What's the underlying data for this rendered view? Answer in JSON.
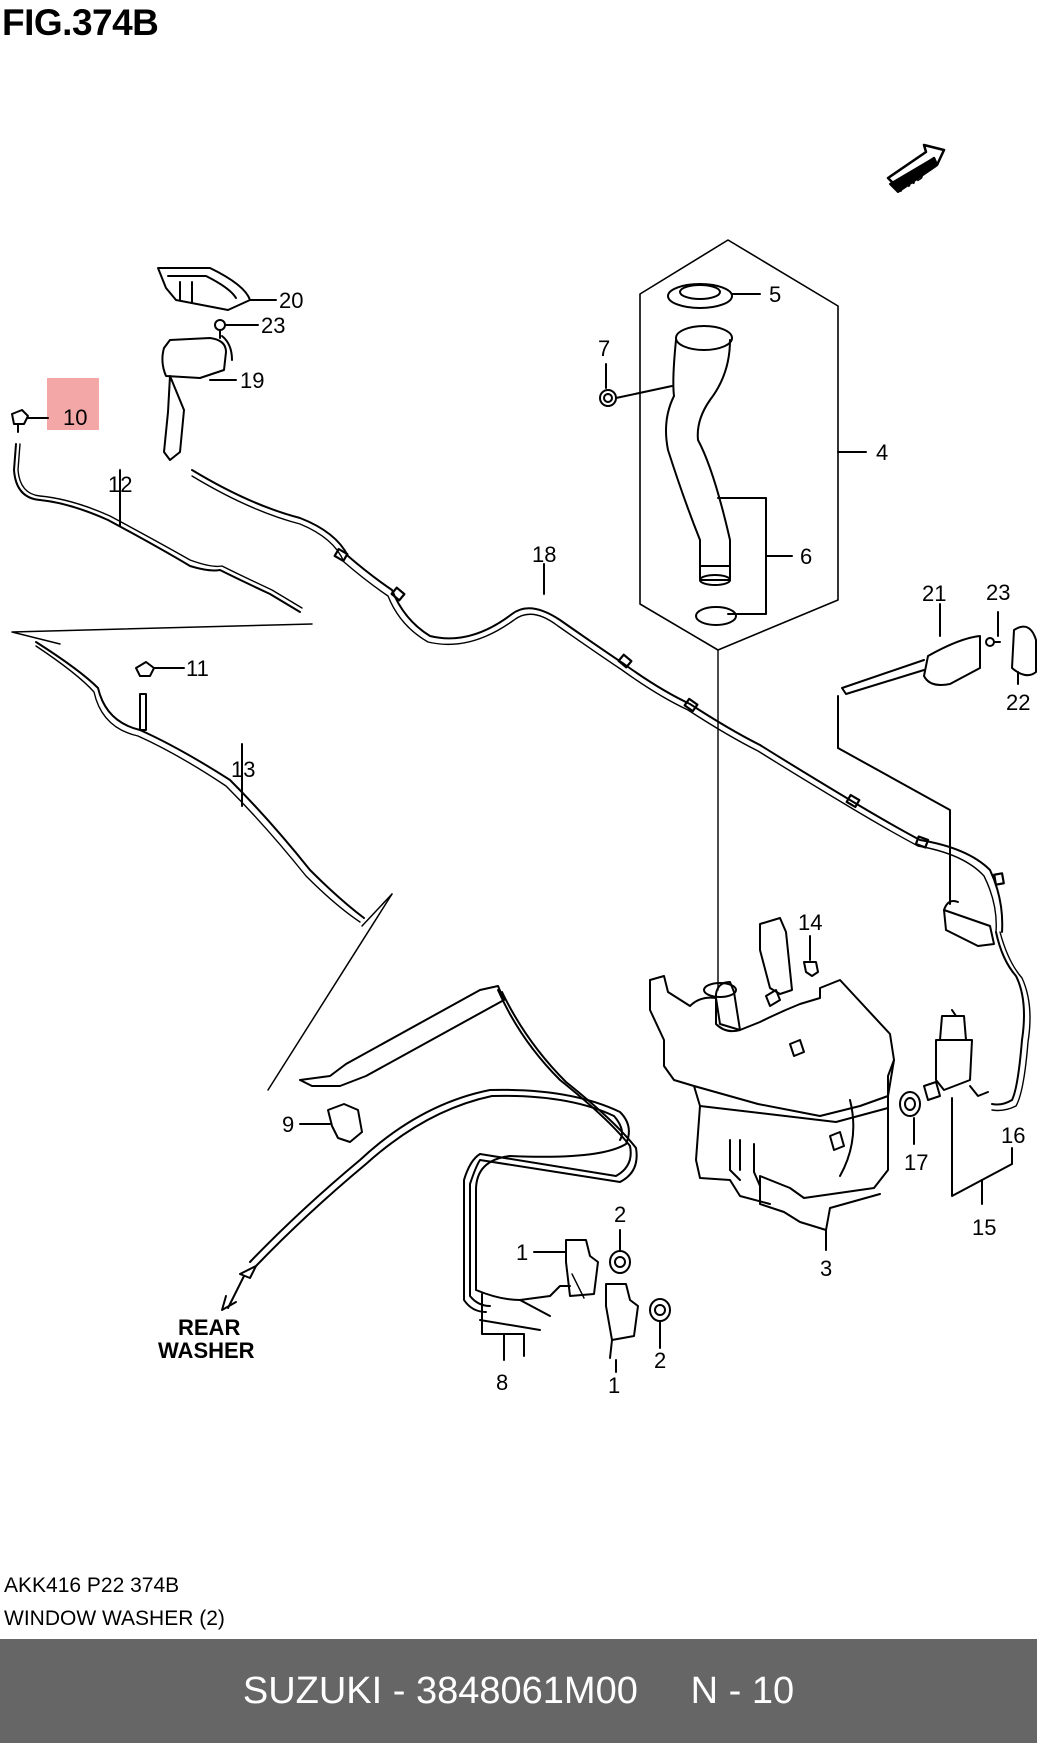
{
  "figure": {
    "title": "FIG.374B"
  },
  "callouts": {
    "c1": "1",
    "c1b": "1",
    "c2": "2",
    "c2b": "2",
    "c3": "3",
    "c4": "4",
    "c5": "5",
    "c6": "6",
    "c7": "7",
    "c8": "8",
    "c9": "9",
    "c10": "10",
    "c11": "11",
    "c12": "12",
    "c13": "13",
    "c14": "14",
    "c15": "15",
    "c16": "16",
    "c17": "17",
    "c18": "18",
    "c19": "19",
    "c20": "20",
    "c21": "21",
    "c22": "22",
    "c23": "23",
    "c23b": "23"
  },
  "highlighted_part": "10",
  "labels": {
    "rear_washer_1": "REAR",
    "rear_washer_2": "WASHER",
    "fwd": "FWD"
  },
  "caption": {
    "code": "AKK416 P22 374B",
    "name": "WINDOW WASHER (2)"
  },
  "footer": {
    "brand_part": "SUZUKI - 3848061M00",
    "position": "N - 10"
  },
  "colors": {
    "highlight": "#f08a8a",
    "footer_bg": "#666666"
  }
}
